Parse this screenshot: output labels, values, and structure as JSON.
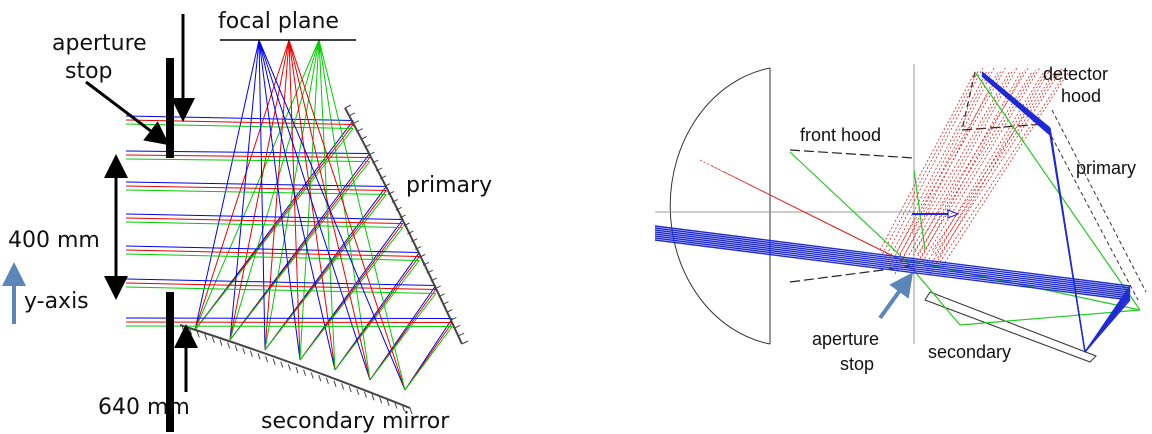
{
  "left_diagram": {
    "labels": {
      "focal_plane": "focal plane",
      "aperture_line1": "aperture",
      "aperture_line2": "stop",
      "primary": "primary",
      "dimension_400": "400 mm",
      "y_axis": "y-axis",
      "dimension_640": "640 mm",
      "secondary_mirror": "secondary mirror"
    },
    "colors": {
      "ray_blue": "#0000ee",
      "ray_red": "#ee0000",
      "ray_green": "#00cc00",
      "axis_arrow": "#5b86b8"
    }
  },
  "right_diagram": {
    "labels": {
      "detector_line1": "detector",
      "detector_line2": "hood",
      "front_hood": "front hood",
      "primary": "primary",
      "aperture_line1": "aperture",
      "aperture_line2": "stop",
      "secondary": "secondary"
    },
    "colors": {
      "beam_blue": "#1f2bd6",
      "rays_red": "#e02020",
      "rays_green": "#22cc22",
      "callout": "#5b86b8"
    }
  }
}
